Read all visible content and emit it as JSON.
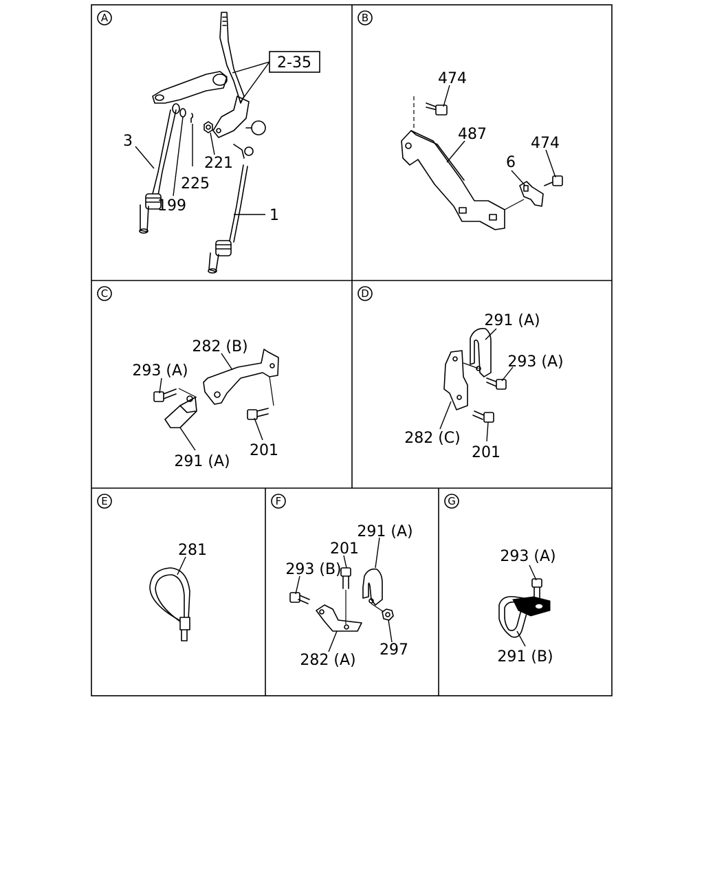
{
  "panels": [
    {
      "id": "A",
      "callouts": [
        "2-35",
        "3",
        "221",
        "225",
        "199",
        "1"
      ]
    },
    {
      "id": "B",
      "callouts": [
        "474",
        "487",
        "474",
        "6"
      ]
    },
    {
      "id": "C",
      "callouts": [
        "282 (B)",
        "293 (A)",
        "201",
        "291 (A)"
      ]
    },
    {
      "id": "D",
      "callouts": [
        "291 (A)",
        "293 (A)",
        "282 (C)",
        "201"
      ]
    },
    {
      "id": "E",
      "callouts": [
        "281"
      ]
    },
    {
      "id": "F",
      "callouts": [
        "291 (A)",
        "201",
        "293 (B)",
        "282 (A)",
        "297"
      ]
    },
    {
      "id": "G",
      "callouts": [
        "293 (A)",
        "291 (B)"
      ]
    }
  ]
}
